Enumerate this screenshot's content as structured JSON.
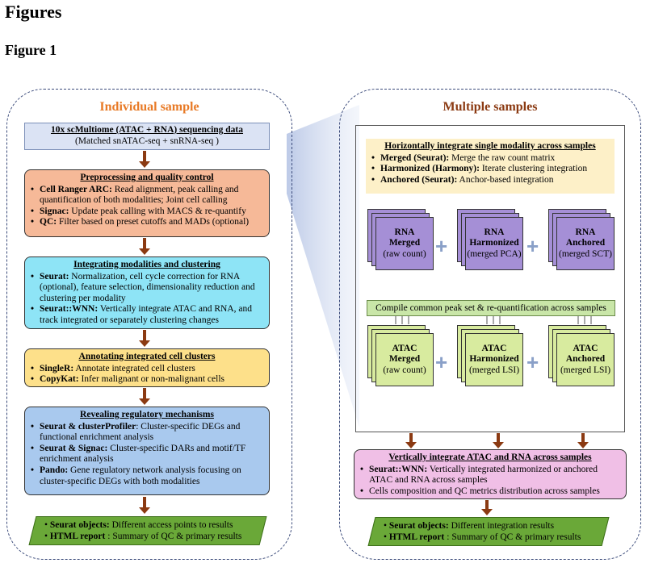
{
  "heading": "Figures",
  "subheading": "Figure 1",
  "left": {
    "title": "Individual sample",
    "input": {
      "title": "10x scMultiome (ATAC + RNA) sequencing data",
      "sub": "(Matched snATAC-seq + snRNA-seq )"
    },
    "preprocessing": {
      "title": "Preprocessing and quality control",
      "items": [
        {
          "key": "Cell Ranger ARC:",
          "text": " Read alignment, peak calling and quantification of both modalities; Joint cell calling"
        },
        {
          "key": "Signac:",
          "text": " Update peak calling with MACS & re-quantify"
        },
        {
          "key": "QC:",
          "text": " Filter based on preset cutoffs and MADs (optional)"
        }
      ]
    },
    "integrating": {
      "title": "Integrating modalities and clustering",
      "items": [
        {
          "key": "Seurat:",
          "text": " Normalization, cell cycle correction for RNA (optional), feature selection, dimensionality reduction and clustering per modality"
        },
        {
          "key": "Seurat::WNN:",
          "text": " Vertically integrate ATAC and RNA, and track integrated or separately clustering changes"
        }
      ]
    },
    "annotating": {
      "title": "Annotating integrated cell clusters",
      "items": [
        {
          "key": "SingleR:",
          "text": "  Annotate integrated cell clusters"
        },
        {
          "key": "CopyKat:",
          "text": "  Infer malignant or non-malignant cells"
        }
      ]
    },
    "regulatory": {
      "title": "Revealing regulatory mechanisms",
      "items": [
        {
          "key": "Seurat & clusterProfiler",
          "text": ": Cluster-specific DEGs and functional enrichment analysis"
        },
        {
          "key": "Seurat & Signac:",
          "text": " Cluster-specific DARs and motif/TF enrichment analysis"
        },
        {
          "key": "Pando:",
          "text": " Gene regulatory network analysis focusing on cluster-specific DEGs with both modalities"
        }
      ]
    },
    "output": {
      "items": [
        {
          "key": "Seurat objects:",
          "text": "  Different access points to results"
        },
        {
          "key": "HTML report",
          "text": " : Summary of QC & primary results"
        }
      ]
    }
  },
  "right": {
    "title": "Multiple samples",
    "horizontal": {
      "title": "Horizontally integrate single modality across samples",
      "items": [
        {
          "key": "Merged (Seurat):",
          "text": " Merge the raw count matrix"
        },
        {
          "key": "Harmonized (Harmony):",
          "text": " Iterate clustering integration"
        },
        {
          "key": "Anchored (Seurat):",
          "text": " Anchor-based integration"
        }
      ]
    },
    "rna": [
      {
        "l1": "RNA",
        "l2": "Merged",
        "l3": "(raw count)"
      },
      {
        "l1": "RNA",
        "l2": "Harmonized",
        "l3": "(merged PCA)"
      },
      {
        "l1": "RNA",
        "l2": "Anchored",
        "l3": "(merged SCT)"
      }
    ],
    "compile": "Compile common peak set & re-quantification across samples",
    "atac": [
      {
        "l1": "ATAC",
        "l2": "Merged",
        "l3": "(raw count)"
      },
      {
        "l1": "ATAC",
        "l2": "Harmonized",
        "l3": "(merged LSI)"
      },
      {
        "l1": "ATAC",
        "l2": "Anchored",
        "l3": "(merged LSI)"
      }
    ],
    "plus": "+",
    "vertical": {
      "title": "Vertically integrate ATAC and RNA across samples",
      "items": [
        {
          "key": "Seurat::WNN:",
          "text": " Vertically integrated harmonized or anchored ATAC and RNA across samples"
        },
        {
          "key": "",
          "text": "Cells composition and QC metrics distribution across samples"
        }
      ]
    },
    "output": {
      "items": [
        {
          "key": "Seurat objects:",
          "text": "  Different integration results"
        },
        {
          "key": "HTML report",
          "text": " : Summary of QC & primary results"
        }
      ]
    }
  },
  "colors": {
    "accent_left_title": "#e87a26",
    "accent_right_title": "#8b3a12",
    "input_fill": "#dbe3f4",
    "preprocessing_fill": "#f6b998",
    "integrating_fill": "#8ee4f6",
    "annotating_fill": "#fde08a",
    "regulatory_fill": "#a9c9ee",
    "horizontal_fill": "#fdf0c8",
    "rna_fill": "#a58fd6",
    "compile_fill": "#c9e6a8",
    "atac_fill": "#d8eb9f",
    "vertical_fill": "#f0bfe6",
    "output_fill": "#6aa838",
    "arrow": "#8b3a12"
  }
}
